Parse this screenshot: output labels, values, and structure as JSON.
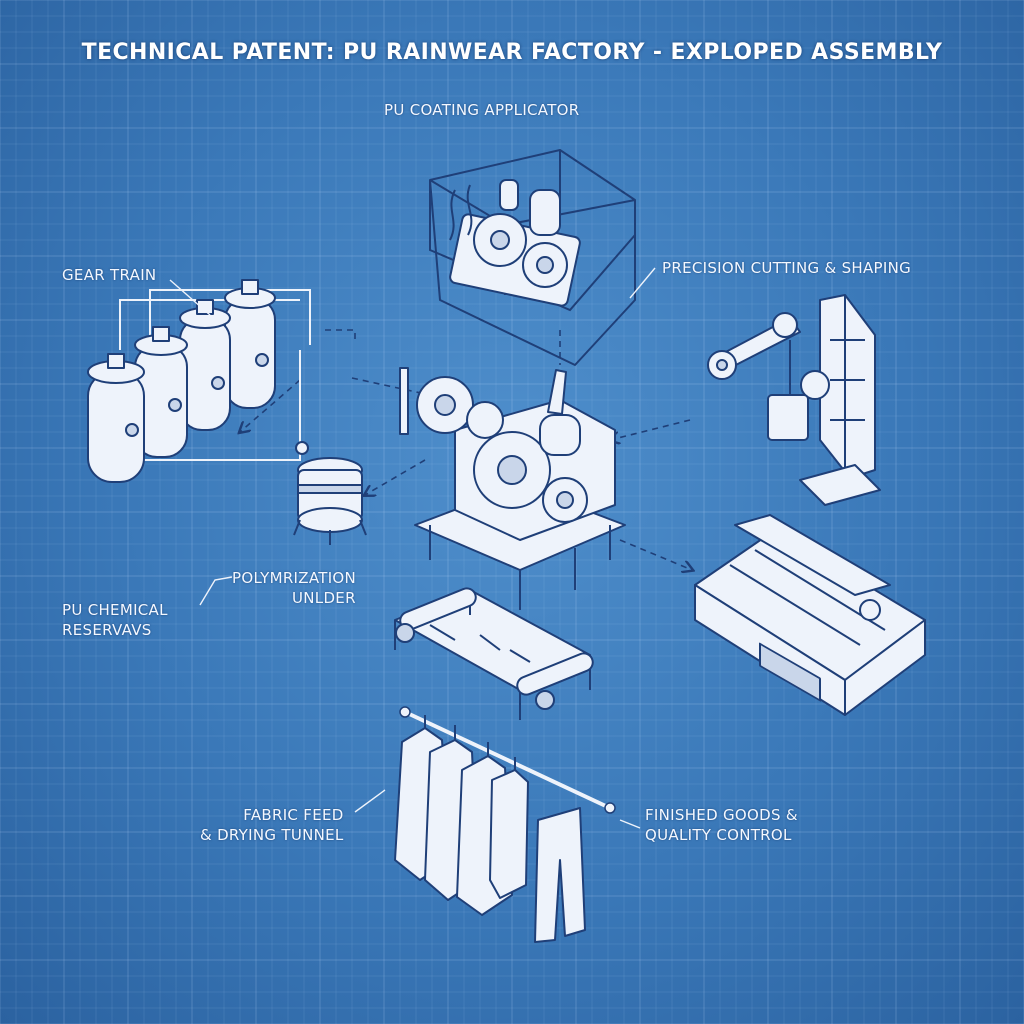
{
  "title": "TECHNICAL PATENT: PU RAINWEAR FACTORY - EXPLOPED ASSEMBLY",
  "labels": {
    "coating": "PU COATING APPLICATOR",
    "gear": "GEAR TRAIN",
    "cutting": "PRECISION CUTTING & SHAPING",
    "poly_1": "POLYMRIZATION",
    "poly_2": "UNLDER",
    "reservoir_1": "PU CHEMICAL",
    "reservoir_2": "RESERVAVS",
    "fabric_1": "FABRIC FEED",
    "fabric_2": "& DRYING TUNNEL",
    "finished_1": "FINISHED GOODS &",
    "finished_2": "QUALITY CONTROL"
  },
  "icons": [
    "tank-bank-icon",
    "coating-frame-icon",
    "central-gearbox-icon",
    "polymerization-vessel-icon",
    "robot-arm-icon",
    "cutting-table-icon",
    "roller-conveyor-icon",
    "garment-rack-icon"
  ],
  "colors": {
    "background": "#3a78b8",
    "line": "#1f3f78",
    "fill": "#eef3fb",
    "text": "#f4f8ff"
  }
}
